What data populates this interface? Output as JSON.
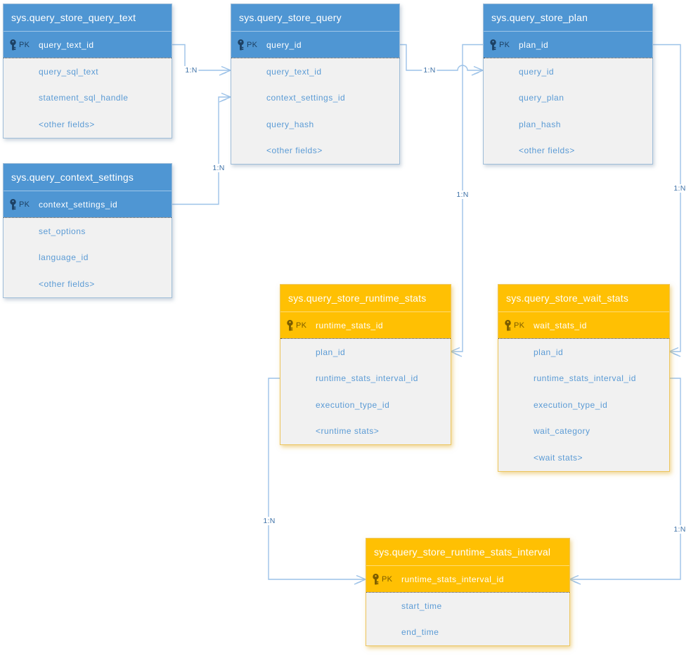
{
  "diagram": {
    "pk_label": "PK",
    "colors": {
      "blue_header": "#4f96d3",
      "orange_header": "#ffc003",
      "body_background": "#f1f1f1",
      "field_text": "#5b9bd5",
      "connector_line": "#9cc2e8",
      "relationship_label_text": "#4073a8"
    },
    "tables": [
      {
        "title": "sys.query_store_query_text",
        "theme": "blue",
        "pk": "query_text_id",
        "fields": [
          "query_sql_text",
          "statement_sql_handle",
          "<other fields>"
        ]
      },
      {
        "title": "sys.query_store_query",
        "theme": "blue",
        "pk": "query_id",
        "fields": [
          "query_text_id",
          "context_settings_id",
          "query_hash",
          "<other fields>"
        ]
      },
      {
        "title": "sys.query_store_plan",
        "theme": "blue",
        "pk": "plan_id",
        "fields": [
          "query_id",
          "query_plan",
          "plan_hash",
          "<other fields>"
        ]
      },
      {
        "title": "sys.query_context_settings",
        "theme": "blue",
        "pk": "context_settings_id",
        "fields": [
          "set_options",
          "language_id",
          "<other fields>"
        ]
      },
      {
        "title": "sys.query_store_runtime_stats",
        "theme": "orange",
        "pk": "runtime_stats_id",
        "fields": [
          "plan_id",
          "runtime_stats_interval_id",
          "execution_type_id",
          "<runtime stats>"
        ]
      },
      {
        "title": "sys.query_store_wait_stats",
        "theme": "orange",
        "pk": "wait_stats_id",
        "fields": [
          "plan_id",
          "runtime_stats_interval_id",
          "execution_type_id",
          "wait_category",
          "<wait stats>"
        ]
      },
      {
        "title": "sys.query_store_runtime_stats_interval",
        "theme": "orange",
        "pk": "runtime_stats_interval_id",
        "fields": [
          "start_time",
          "end_time"
        ]
      }
    ],
    "relationships": [
      {
        "label": "1:N",
        "from_table": "sys.query_store_query_text",
        "from_field": "query_text_id",
        "to_table": "sys.query_store_query",
        "to_field": "query_text_id"
      },
      {
        "label": "1:N",
        "from_table": "sys.query_context_settings",
        "from_field": "context_settings_id",
        "to_table": "sys.query_store_query",
        "to_field": "context_settings_id"
      },
      {
        "label": "1:N",
        "from_table": "sys.query_store_query",
        "from_field": "query_id",
        "to_table": "sys.query_store_plan",
        "to_field": "query_id"
      },
      {
        "label": "1:N",
        "from_table": "sys.query_store_plan",
        "from_field": "plan_id",
        "to_table": "sys.query_store_runtime_stats",
        "to_field": "plan_id"
      },
      {
        "label": "1:N",
        "from_table": "sys.query_store_plan",
        "from_field": "plan_id",
        "to_table": "sys.query_store_wait_stats",
        "to_field": "plan_id"
      },
      {
        "label": "1:N",
        "from_table": "sys.query_store_runtime_stats",
        "from_field": "runtime_stats_interval_id",
        "to_table": "sys.query_store_runtime_stats_interval",
        "to_field": "runtime_stats_interval_id"
      },
      {
        "label": "1:N",
        "from_table": "sys.query_store_wait_stats",
        "from_field": "runtime_stats_interval_id",
        "to_table": "sys.query_store_runtime_stats_interval",
        "to_field": "runtime_stats_interval_id"
      }
    ]
  }
}
